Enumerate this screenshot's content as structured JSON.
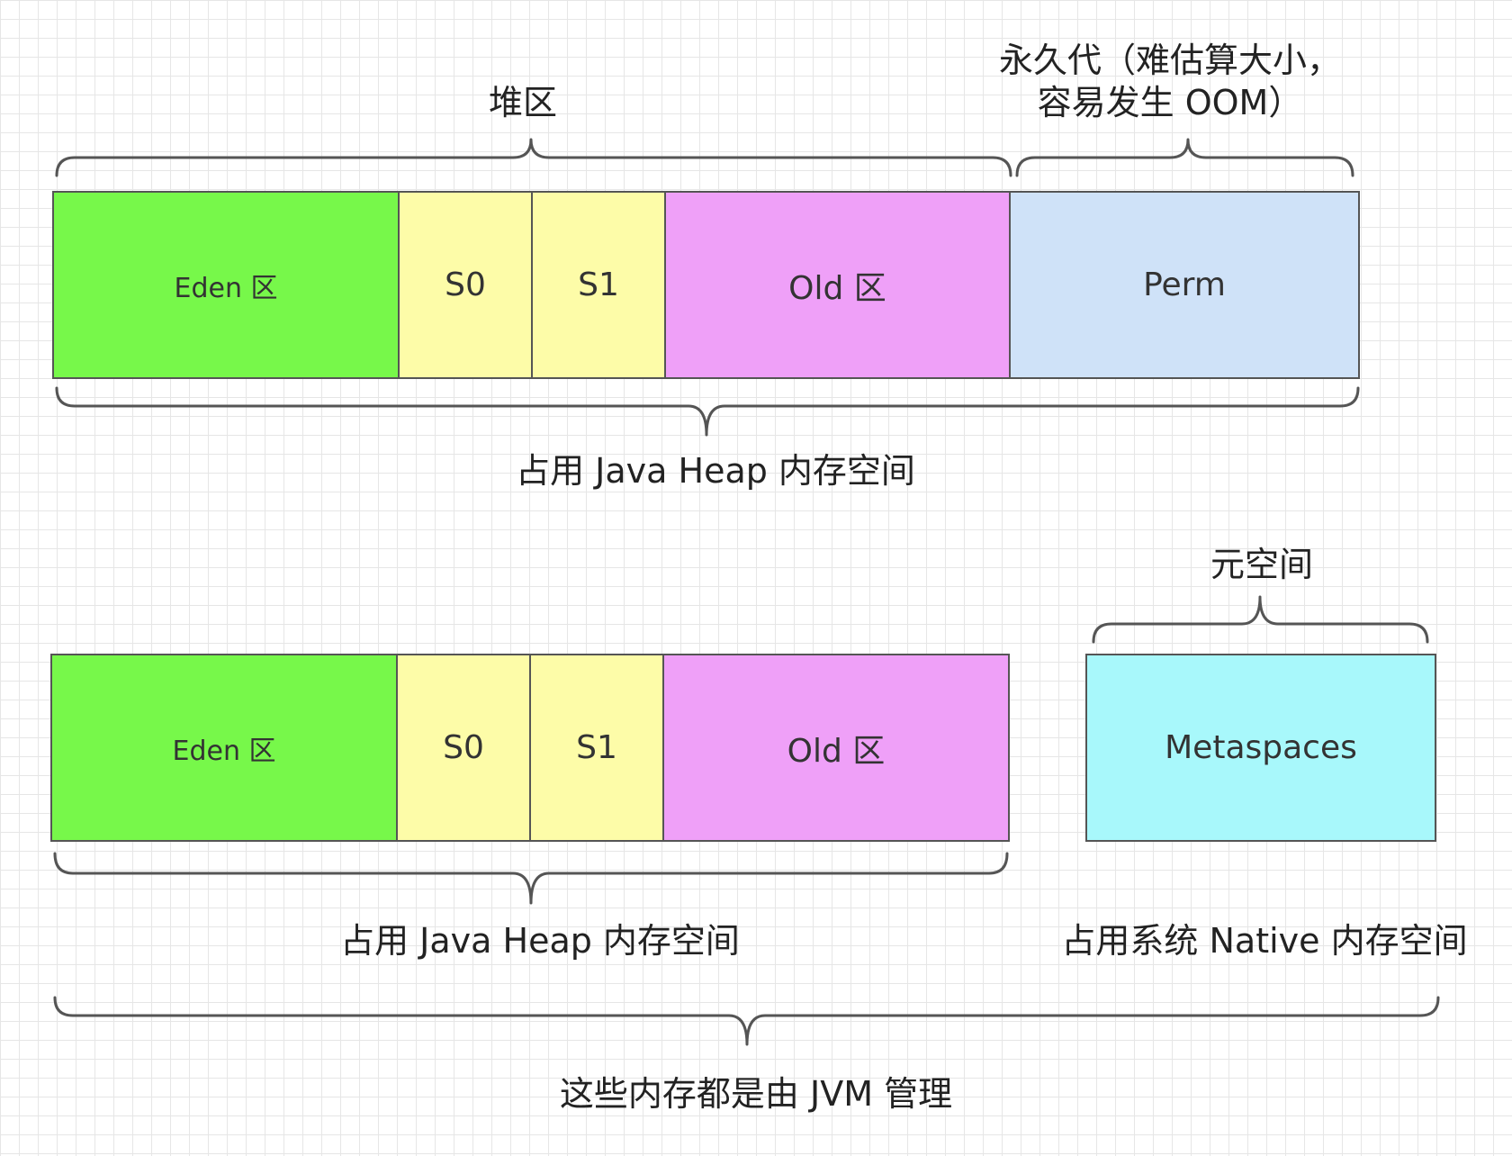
{
  "top_row": {
    "heap_label": "堆区",
    "perm_label_line1": "永久代（难估算大小，",
    "perm_label_line2": "容易发生 OOM）",
    "eden": "Eden 区",
    "s0": "S0",
    "s1": "S1",
    "old": "Old 区",
    "perm": "Perm",
    "bottom_label": "占用 Java Heap 内存空间"
  },
  "bottom_row": {
    "meta_label": "元空间",
    "eden": "Eden 区",
    "s0": "S0",
    "s1": "S1",
    "old": "Old 区",
    "metaspace": "Metaspaces",
    "heap_label": "占用 Java Heap 内存空间",
    "native_label": "占用系统 Native 内存空间",
    "footer": "这些内存都是由 JVM 管理"
  },
  "colors": {
    "eden": "#77f84a",
    "survivor": "#fdfca8",
    "old": "#efa0f8",
    "perm": "#cfe2f8",
    "metaspace": "#a8f8fb",
    "border": "#555555"
  }
}
